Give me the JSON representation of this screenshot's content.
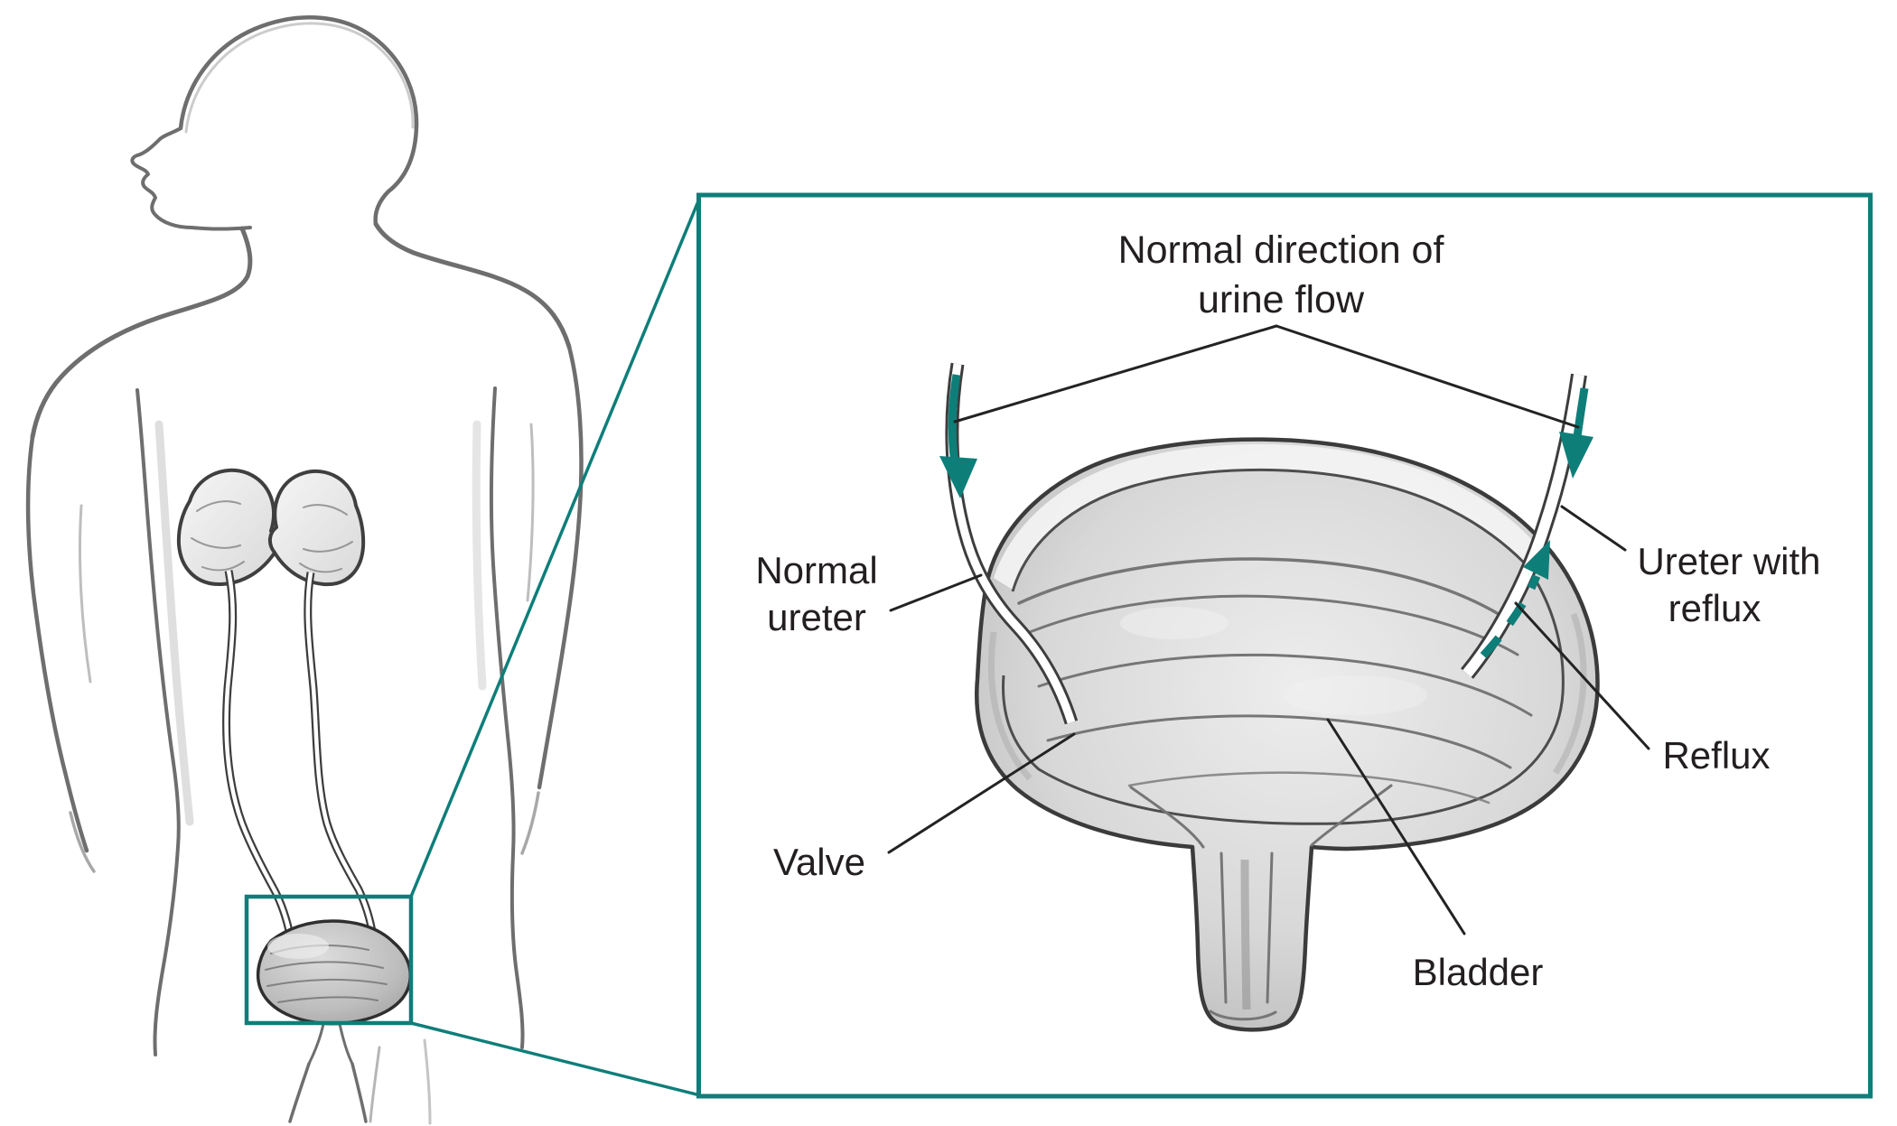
{
  "diagram": {
    "kind": "medical-illustration",
    "subject": "urinary tract with vesicoureteral reflux inset",
    "inset": {
      "title": {
        "line1": "Normal direction of",
        "line2": "urine flow"
      },
      "labels": {
        "normal_ureter": {
          "line1": "Normal",
          "line2": "ureter"
        },
        "valve": "Valve",
        "ureter_with_reflux": {
          "line1": "Ureter with",
          "line2": "reflux"
        },
        "reflux": "Reflux",
        "bladder": "Bladder"
      }
    },
    "colors": {
      "accent_teal": "#0e7e79",
      "label_text": "#231f20",
      "sketch_gray": "#6e6e6e",
      "background": "#ffffff"
    }
  }
}
